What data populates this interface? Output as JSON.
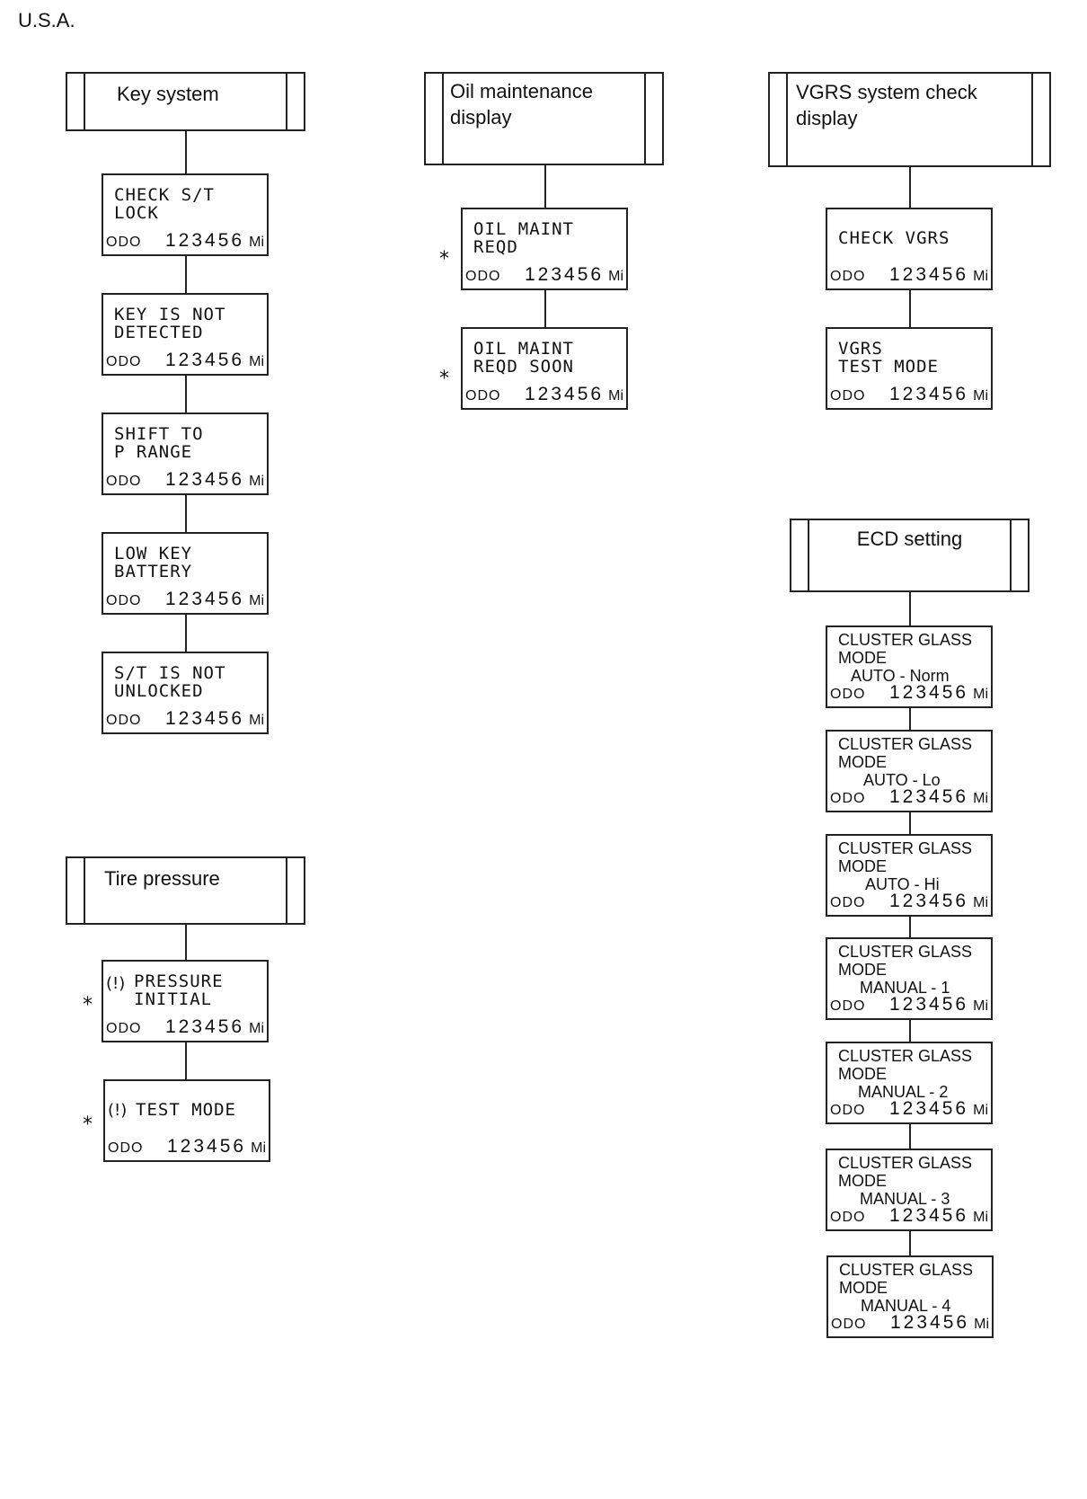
{
  "region": "U.S.A.",
  "groups": {
    "key_system": {
      "title": "Key system",
      "displays": [
        {
          "text": "CHECK  S/T\nLOCK",
          "odo_label": "ODO",
          "odo_value": "123456",
          "unit": "Mi"
        },
        {
          "text": "KEY  IS  NOT\nDETECTED",
          "odo_label": "ODO",
          "odo_value": "123456",
          "unit": "Mi"
        },
        {
          "text": "SHIFT  TO\nP  RANGE",
          "odo_label": "ODO",
          "odo_value": "123456",
          "unit": "Mi"
        },
        {
          "text": "LOW KEY\nBATTERY",
          "odo_label": "ODO",
          "odo_value": "123456",
          "unit": "Mi"
        },
        {
          "text": "S/T  IS  NOT\nUNLOCKED",
          "odo_label": "ODO",
          "odo_value": "123456",
          "unit": "Mi"
        }
      ]
    },
    "oil_maintenance": {
      "title": "Oil maintenance\ndisplay",
      "displays": [
        {
          "text": "OIL  MAINT\nREQD",
          "odo_label": "ODO",
          "odo_value": "123456",
          "unit": "Mi",
          "star": "*"
        },
        {
          "text": "OIL  MAINT\nREQD  SOON",
          "odo_label": "ODO",
          "odo_value": "123456",
          "unit": "Mi",
          "star": "*"
        }
      ]
    },
    "vgrs": {
      "title": "VGRS system check\ndisplay",
      "displays": [
        {
          "text": "CHECK  VGRS",
          "odo_label": "ODO",
          "odo_value": "123456",
          "unit": "Mi"
        },
        {
          "text": "VGRS\nTEST  MODE",
          "odo_label": "ODO",
          "odo_value": "123456",
          "unit": "Mi"
        }
      ]
    },
    "tire_pressure": {
      "title": "Tire pressure",
      "icon": "tpms-warning-icon",
      "displays": [
        {
          "text": "PRESSURE\nINITIAL",
          "odo_label": "ODO",
          "odo_value": "123456",
          "unit": "Mi",
          "star": "*"
        },
        {
          "text": "TEST  MODE",
          "odo_label": "ODO",
          "odo_value": "123456",
          "unit": "Mi",
          "star": "*"
        }
      ]
    },
    "ecd_setting": {
      "title": "ECD setting",
      "displays": [
        {
          "line1": "CLUSTER GLASS",
          "line2": "MODE",
          "sub": "AUTO - Norm",
          "odo_label": "ODO",
          "odo_value": "123456",
          "unit": "Mi"
        },
        {
          "line1": "CLUSTER GLASS",
          "line2": "MODE",
          "sub": "AUTO - Lo",
          "odo_label": "ODO",
          "odo_value": "123456",
          "unit": "Mi"
        },
        {
          "line1": "CLUSTER GLASS",
          "line2": "MODE",
          "sub": "AUTO - Hi",
          "odo_label": "ODO",
          "odo_value": "123456",
          "unit": "Mi"
        },
        {
          "line1": "CLUSTER GLASS",
          "line2": "MODE",
          "sub": "MANUAL - 1",
          "odo_label": "ODO",
          "odo_value": "123456",
          "unit": "Mi"
        },
        {
          "line1": "CLUSTER GLASS",
          "line2": "MODE",
          "sub": "MANUAL - 2",
          "odo_label": "ODO",
          "odo_value": "123456",
          "unit": "Mi"
        },
        {
          "line1": "CLUSTER GLASS",
          "line2": "MODE",
          "sub": "MANUAL - 3",
          "odo_label": "ODO",
          "odo_value": "123456",
          "unit": "Mi"
        },
        {
          "line1": "CLUSTER GLASS",
          "line2": "MODE",
          "sub": "MANUAL - 4",
          "odo_label": "ODO",
          "odo_value": "123456",
          "unit": "Mi"
        }
      ]
    }
  }
}
